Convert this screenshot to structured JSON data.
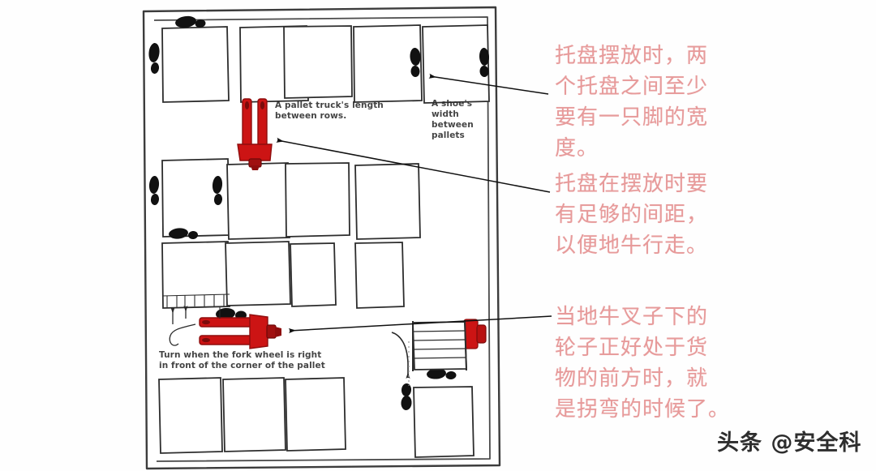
{
  "page": {
    "background_color": "#ffffff",
    "title": "Warehouse pallet placement and pallet truck turning guide"
  },
  "diagram": {
    "frame_color": "#3a3a3a",
    "pallet_outline_color": "#2d2d2d",
    "footprint_color": "#111111",
    "pallet_truck_color": "#cc1414",
    "pallet_truck_dark_color": "#8e0d0d",
    "arrow_color": "#111111"
  },
  "annotations_en": [
    {
      "id": "rows",
      "text": "A pallet truck's length\nbetween rows."
    },
    {
      "id": "shoe",
      "text": "A shoe's\nwidth\nbetween\npallets"
    },
    {
      "id": "turn",
      "text": "Turn when the fork wheel is right\nin front of the corner of the pallet"
    }
  ],
  "annotations_cn": [
    {
      "id": "spacing-feet",
      "color": "#e79a9a",
      "text": "托盘摆放时，两\n个托盘之间至少\n要有一只脚的宽\n度。"
    },
    {
      "id": "spacing-truck",
      "color": "#e79a9a",
      "text": "托盘在摆放时要\n有足够的间距，\n以便地牛行走。"
    },
    {
      "id": "turning-point",
      "color": "#e79a9a",
      "text": "当地牛叉子下的\n轮子正好处于货\n物的前方时，就\n是拐弯的时候了。"
    }
  ],
  "watermark": {
    "text": "头条 @安全科"
  },
  "icons": {
    "footprint": "footprint-icon",
    "pallet_truck": "pallet-truck-icon",
    "arrow": "arrow-icon",
    "curved_arrow": "curved-arrow-icon"
  }
}
